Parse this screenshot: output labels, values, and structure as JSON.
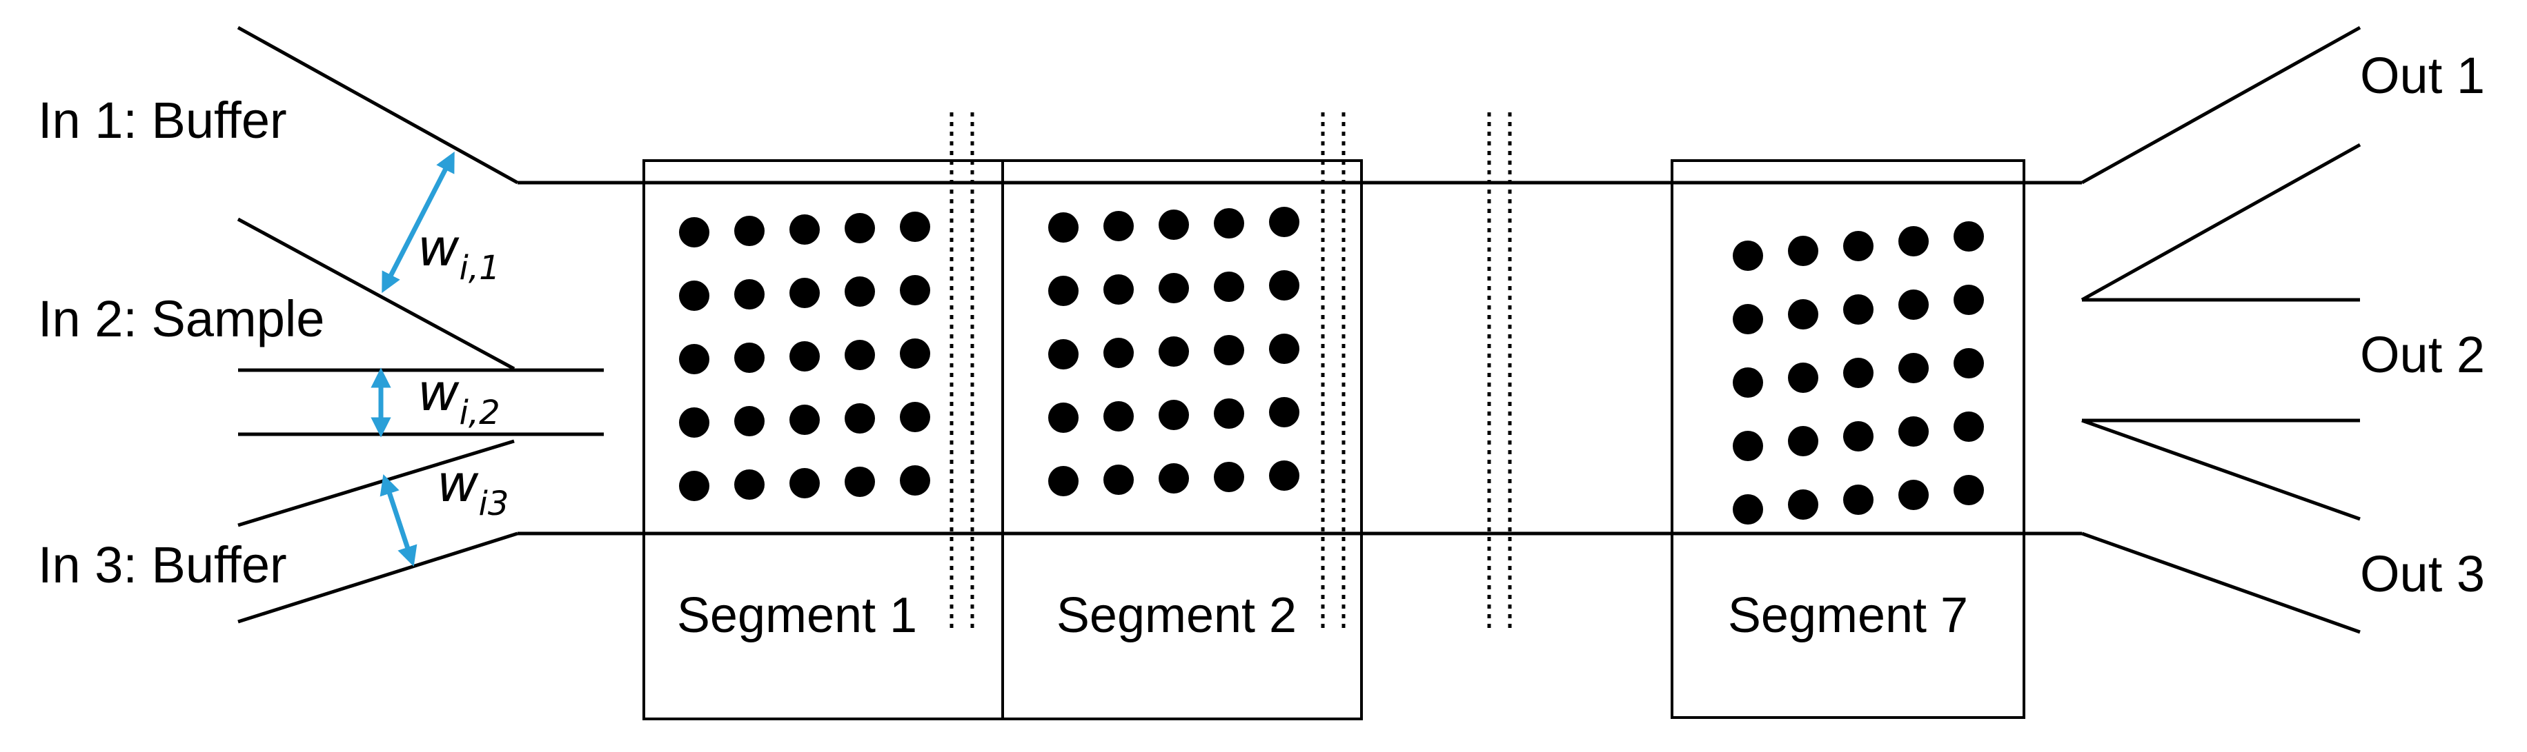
{
  "colors": {
    "line": "#000000",
    "arrow": "#2a9fd8",
    "dot": "#000000",
    "background": "#ffffff"
  },
  "inlets": [
    {
      "label": "In 1: Buffer"
    },
    {
      "label": "In 2: Sample"
    },
    {
      "label": "In 3: Buffer"
    }
  ],
  "outlets": [
    {
      "label": "Out 1"
    },
    {
      "label": "Out 2"
    },
    {
      "label": "Out 3"
    }
  ],
  "widths": [
    {
      "symbol": "w",
      "subscript": "i,1"
    },
    {
      "symbol": "w",
      "subscript": "i,2"
    },
    {
      "symbol": "w",
      "subscript": "i3"
    }
  ],
  "segments": [
    {
      "label": "Segment 1",
      "pillar_array": "5 x 5, tilted"
    },
    {
      "label": "Segment 2",
      "pillar_array": "5 x 5, tilted"
    },
    {
      "label": "Segment 7",
      "pillar_array": "5 x 5, tilted"
    }
  ],
  "arrow_icon": "double-headed-arrow-icon"
}
